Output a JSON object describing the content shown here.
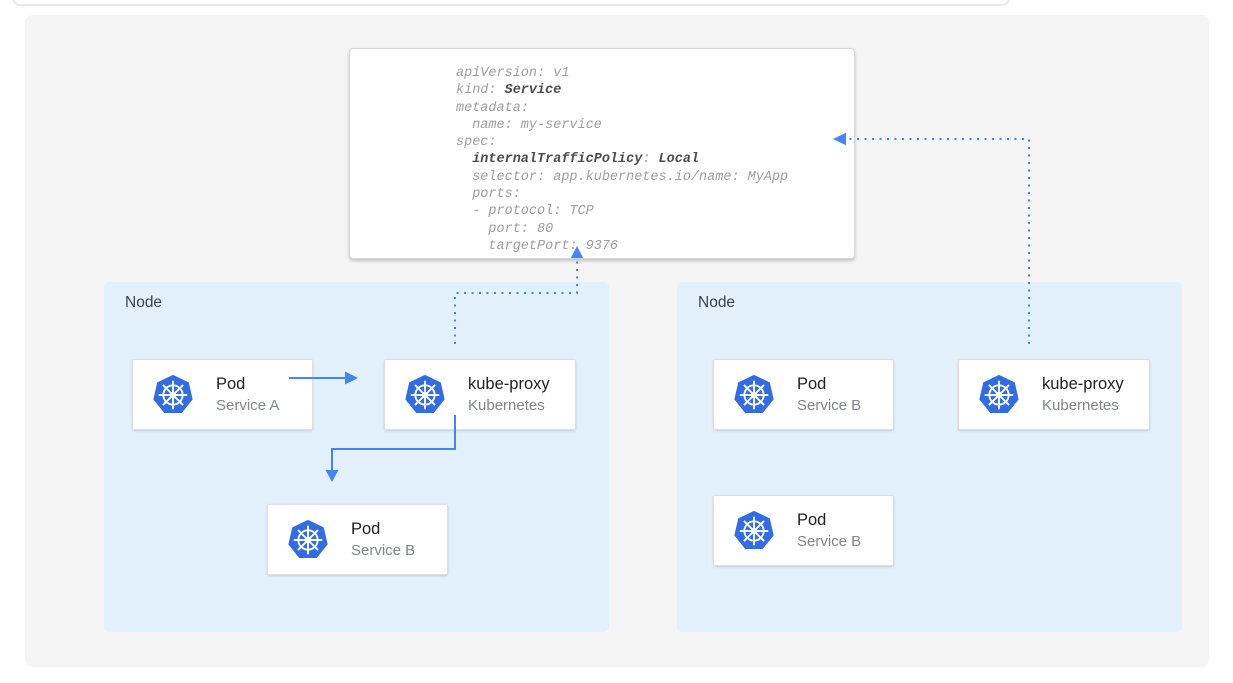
{
  "colors": {
    "accent_blue": "#4285f4",
    "kubernetes_blue": "#326ce5",
    "node_bg": "#e3f1fc",
    "panel_bg": "#f5f5f6",
    "code_regular": "#9e9e9e",
    "code_bold": "#4d4d4d"
  },
  "yaml_card": {
    "lines": [
      {
        "segments": [
          {
            "text": "apiVersion: v1",
            "bold": false
          }
        ]
      },
      {
        "segments": [
          {
            "text": "kind: ",
            "bold": false
          },
          {
            "text": "Service",
            "bold": true
          }
        ]
      },
      {
        "segments": [
          {
            "text": "metadata:",
            "bold": false
          }
        ]
      },
      {
        "segments": [
          {
            "text": "  name: my-service",
            "bold": false
          }
        ]
      },
      {
        "segments": [
          {
            "text": "spec:",
            "bold": false
          }
        ]
      },
      {
        "segments": [
          {
            "text": "  ",
            "bold": false
          },
          {
            "text": "internalTrafficPolicy",
            "bold": true
          },
          {
            "text": ": ",
            "bold": false
          },
          {
            "text": "Local",
            "bold": true
          }
        ]
      },
      {
        "segments": [
          {
            "text": "  selector: app.kubernetes.io/name: MyApp",
            "bold": false
          }
        ]
      },
      {
        "segments": [
          {
            "text": "  ports:",
            "bold": false
          }
        ]
      },
      {
        "segments": [
          {
            "text": "  - protocol: TCP",
            "bold": false
          }
        ]
      },
      {
        "segments": [
          {
            "text": "    port: 80",
            "bold": false
          }
        ]
      },
      {
        "segments": [
          {
            "text": "    targetPort: 9376",
            "bold": false
          }
        ]
      }
    ]
  },
  "nodes": {
    "left": {
      "label": "Node",
      "cards": [
        {
          "title": "Pod",
          "subtitle": "Service A",
          "icon": "kubernetes-logo"
        },
        {
          "title": "kube-proxy",
          "subtitle": "Kubernetes",
          "icon": "kubernetes-logo"
        },
        {
          "title": "Pod",
          "subtitle": "Service B",
          "icon": "kubernetes-logo"
        }
      ]
    },
    "right": {
      "label": "Node",
      "cards": [
        {
          "title": "Pod",
          "subtitle": "Service B",
          "icon": "kubernetes-logo"
        },
        {
          "title": "kube-proxy",
          "subtitle": "Kubernetes",
          "icon": "kubernetes-logo"
        },
        {
          "title": "Pod",
          "subtitle": "Service B",
          "icon": "kubernetes-logo"
        }
      ]
    }
  },
  "edges": [
    {
      "from": "pod-service-a",
      "to": "kube-proxy-left",
      "style": "solid"
    },
    {
      "from": "kube-proxy-left",
      "to": "pod-service-b-left",
      "style": "solid"
    },
    {
      "from": "kube-proxy-left",
      "to": "service-yaml-card",
      "style": "dotted"
    },
    {
      "from": "kube-proxy-right",
      "to": "service-yaml-card",
      "style": "dotted"
    }
  ]
}
